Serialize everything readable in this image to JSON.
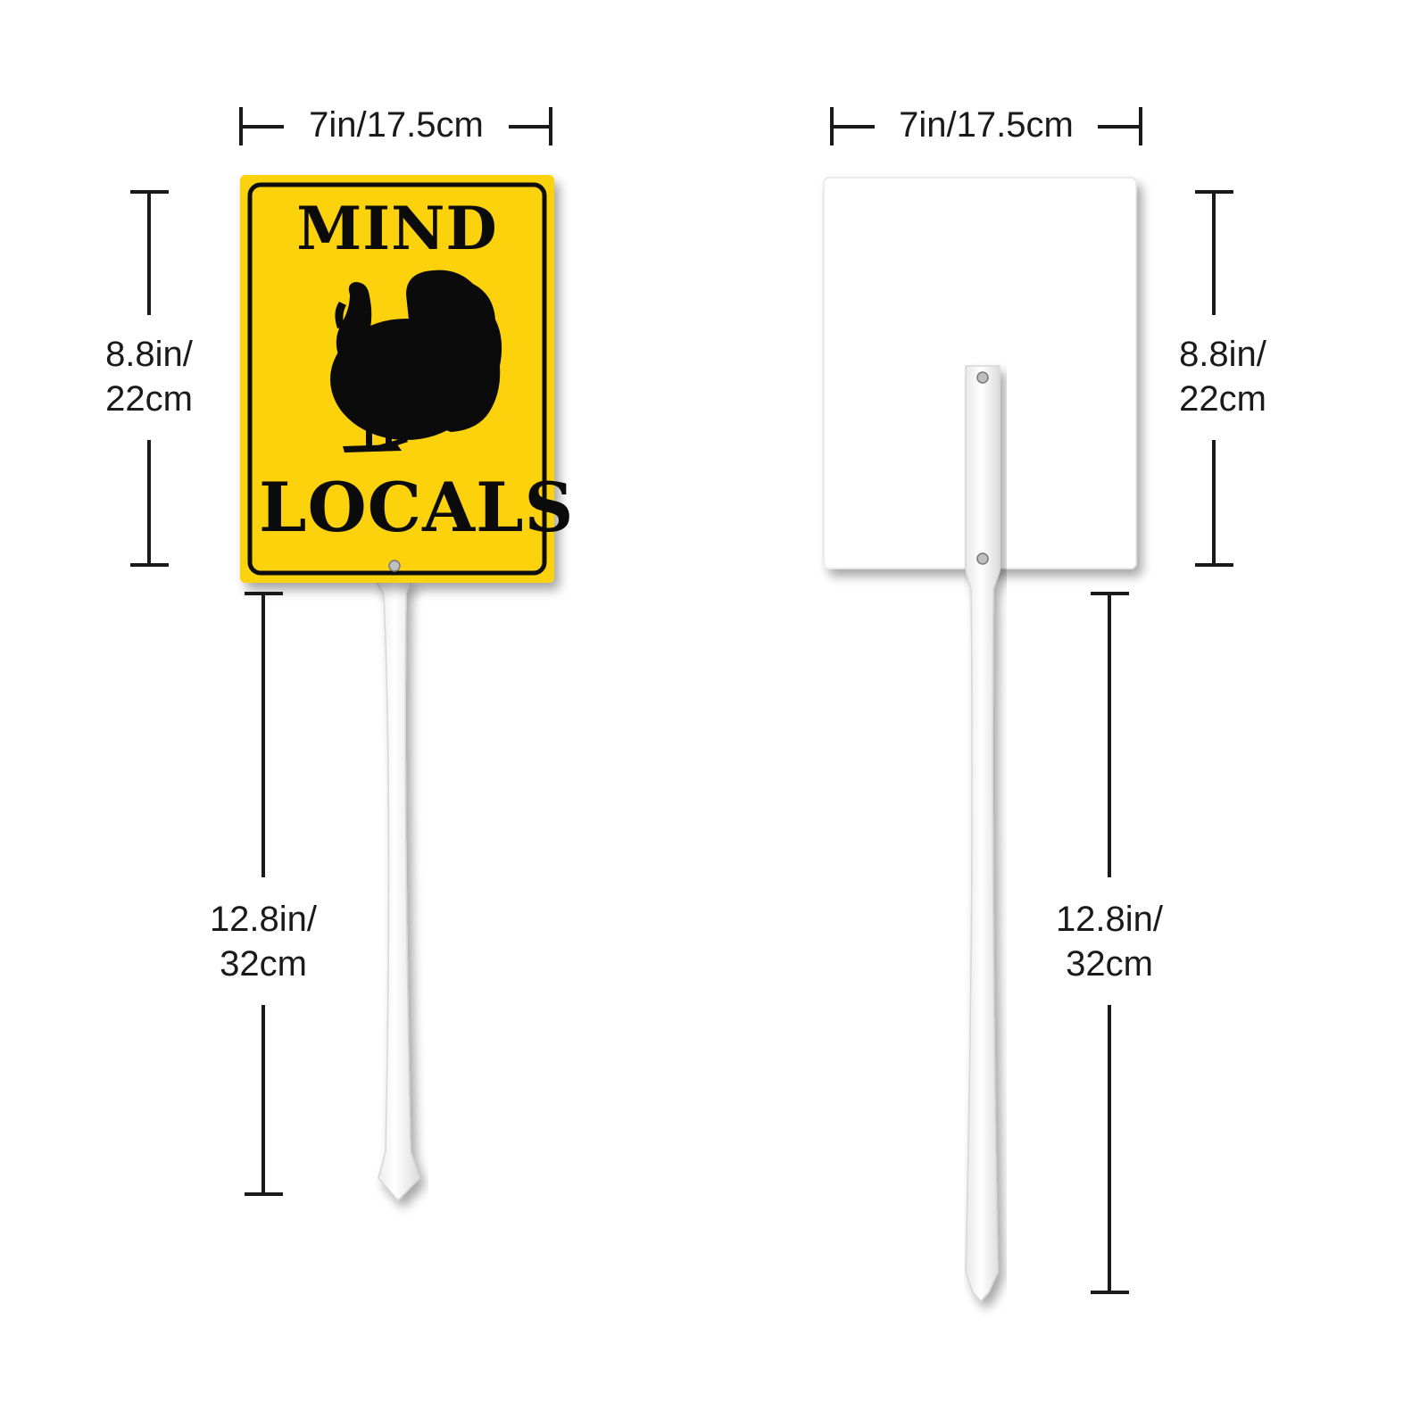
{
  "front_view": {
    "sign": {
      "line1": "MIND",
      "line2": "LOCALS",
      "face_color": "#FCD20E",
      "border_color": "#111111",
      "silhouette": "turkey-silhouette-icon"
    },
    "width_label": "7in/17.5cm",
    "height_label_line1": "8.8in/",
    "height_label_line2": "22cm",
    "stake_label_line1": "12.8in/",
    "stake_label_line2": "32cm"
  },
  "back_view": {
    "panel_color": "#FFFFFF",
    "width_label": "7in/17.5cm",
    "height_label_line1": "8.8in/",
    "height_label_line2": "22cm",
    "stake_label_line1": "12.8in/",
    "stake_label_line2": "32cm"
  }
}
